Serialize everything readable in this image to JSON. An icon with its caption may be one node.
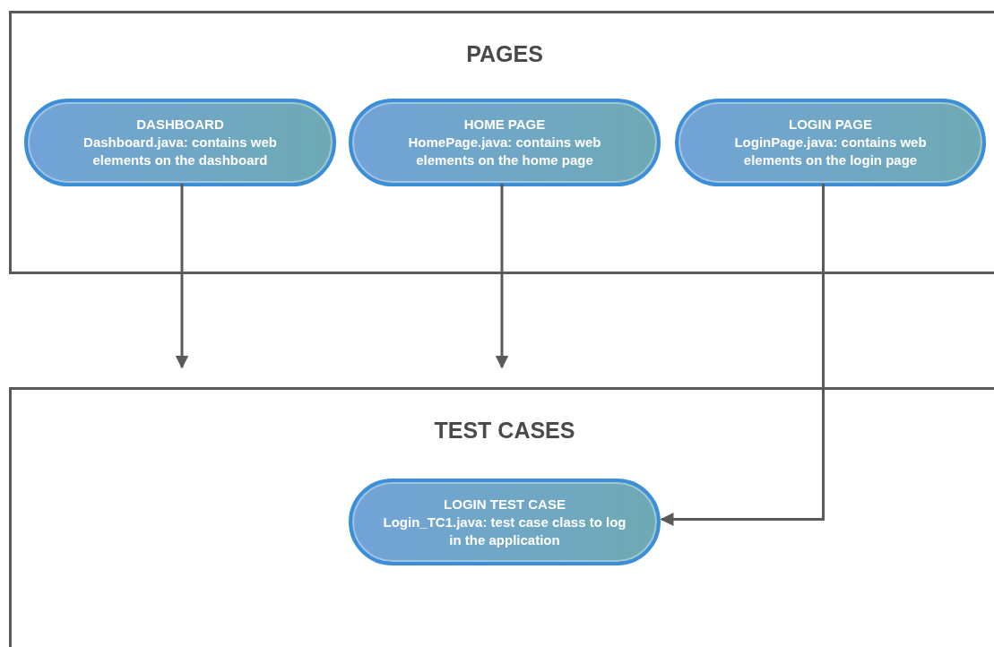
{
  "diagram": {
    "nodes": [
      {
        "text": [
          "PAGES"
        ]
      },
      {
        "text": [
          "DASHBOARD",
          "Dashboard.java: contains web elements on the dashboard"
        ],
        "in": 0
      },
      {
        "text": [
          "HOME PAGE",
          "HomePage.java: contains web elements on the home page"
        ],
        "in": 0
      },
      {
        "text": [
          "LOGIN PAGE",
          "LoginPage.java: contains web elements on the login page"
        ],
        "in": 0
      },
      {
        "text": [
          "TEST CASES"
        ]
      },
      {
        "text": [
          "LOGIN TEST CASE",
          "Login_TC1.java: test case class to log in the application"
        ],
        "in": 4
      }
    ],
    "edges": [
      {
        "from": 1,
        "to": 4,
        "arrow": "to"
      },
      {
        "from": 2,
        "to": 4,
        "arrow": "to"
      },
      {
        "from": 3,
        "to": 5,
        "arrow": "to"
      }
    ]
  }
}
